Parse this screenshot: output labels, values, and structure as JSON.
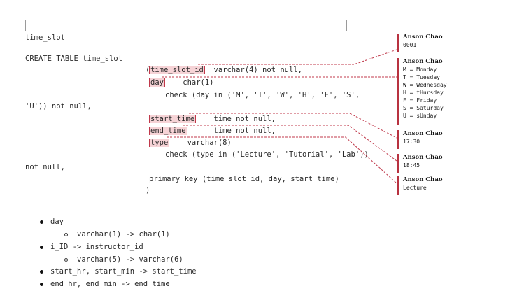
{
  "document": {
    "table_heading": "time_slot",
    "create_stmt": "CREATE TABLE time_slot",
    "open_paren": "(",
    "close_paren": ")",
    "line1": {
      "hl": "time_slot_id",
      "rest": "  varchar(4) not null,"
    },
    "line2": {
      "hl": "day",
      "rest": "    char(1)"
    },
    "line3": "check (day in ('M', 'T', 'W', 'H', 'F', 'S',",
    "line3_wrap": "'U')) not null,",
    "line4": {
      "hl": "start_time",
      "rest": "    time not null,"
    },
    "line5": {
      "hl": "end_time",
      "rest": "      time not null,"
    },
    "line6": {
      "hl": "type",
      "rest": "    varchar(8)"
    },
    "line7": "check (type in ('Lecture', 'Tutorial', 'Lab'))",
    "line7_wrap": "not null,",
    "primary_key": "primary key (time_slot_id, day, start_time)",
    "notes": [
      {
        "text": "day",
        "sub": [
          "varchar(1) -> char(1)"
        ]
      },
      {
        "text": "i_ID -> instructor_id",
        "sub": [
          "varchar(5) -> varchar(6)"
        ]
      },
      {
        "text": "start_hr, start_min -> start_time",
        "sub": []
      },
      {
        "text": "end_hr, end_min -> end_time",
        "sub": []
      }
    ]
  },
  "comments": [
    {
      "author": "Anson Chao",
      "lines": [
        "0001"
      ]
    },
    {
      "author": "Anson Chao",
      "lines": [
        "M = Monday",
        "T = Tuesday",
        "W = Wednesday",
        "H = tHursday",
        "F = Friday",
        "S = Saturday",
        "U = sUnday"
      ]
    },
    {
      "author": "Anson Chao",
      "lines": [
        "17:30"
      ]
    },
    {
      "author": "Anson Chao",
      "lines": [
        "18:45"
      ]
    },
    {
      "author": "Anson Chao",
      "lines": [
        "Lecture"
      ]
    }
  ],
  "colors": {
    "comment_accent": "#b83240",
    "highlight": "#f6d3d6"
  }
}
